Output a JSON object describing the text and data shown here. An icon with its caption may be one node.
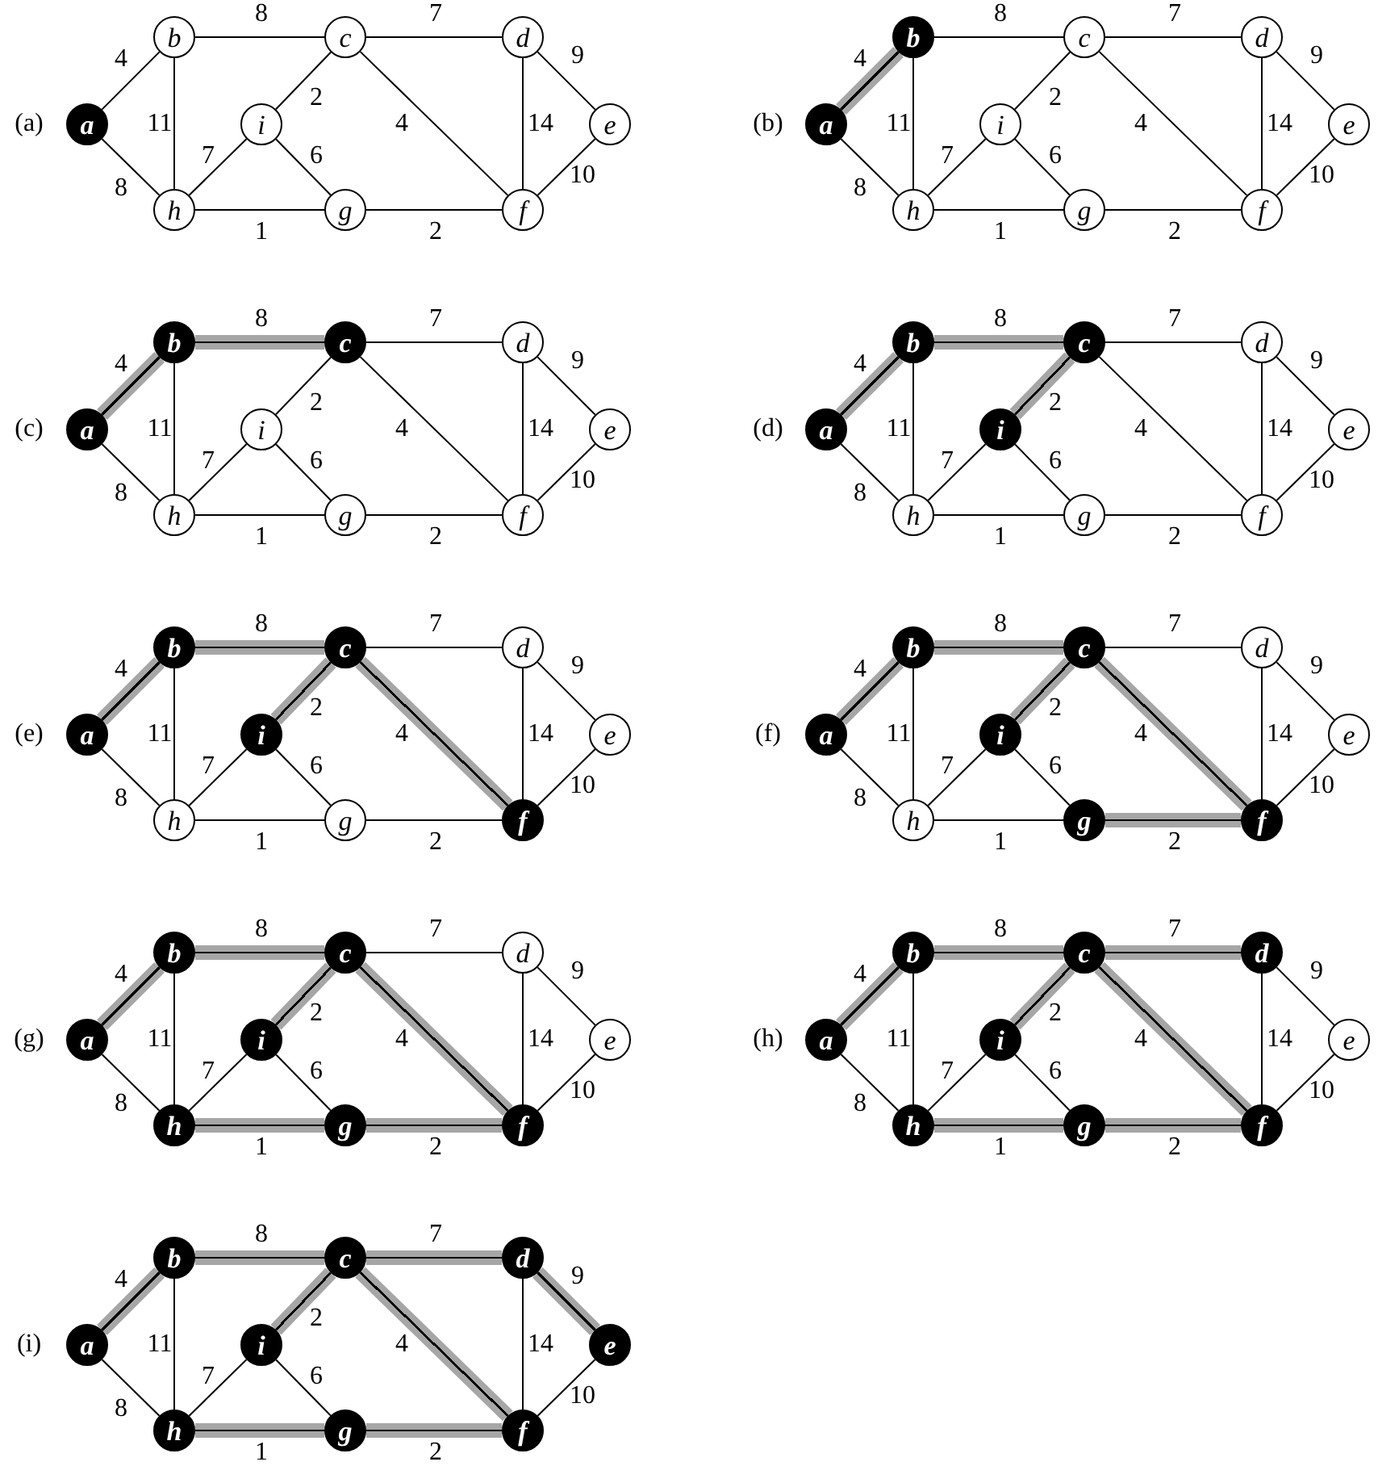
{
  "diagram": {
    "nodes": [
      {
        "text": [
          "b"
        ]
      },
      {
        "text": [
          "c"
        ]
      },
      {
        "text": [
          "d"
        ]
      },
      {
        "text": [
          "a"
        ]
      },
      {
        "text": [
          "i"
        ]
      },
      {
        "text": [
          "e"
        ]
      },
      {
        "text": [
          "h"
        ]
      },
      {
        "text": [
          "g"
        ]
      },
      {
        "text": [
          "f"
        ]
      },
      {
        "text": [
          "b"
        ]
      },
      {
        "text": [
          "c"
        ]
      },
      {
        "text": [
          "d"
        ]
      },
      {
        "text": [
          "a"
        ]
      },
      {
        "text": [
          "i"
        ]
      },
      {
        "text": [
          "e"
        ]
      },
      {
        "text": [
          "h"
        ]
      },
      {
        "text": [
          "g"
        ]
      },
      {
        "text": [
          "f"
        ]
      },
      {
        "text": [
          "b"
        ]
      },
      {
        "text": [
          "c"
        ]
      },
      {
        "text": [
          "d"
        ]
      },
      {
        "text": [
          "a"
        ]
      },
      {
        "text": [
          "i"
        ]
      },
      {
        "text": [
          "e"
        ]
      },
      {
        "text": [
          "h"
        ]
      },
      {
        "text": [
          "g"
        ]
      },
      {
        "text": [
          "f"
        ]
      },
      {
        "text": [
          "b"
        ]
      },
      {
        "text": [
          "c"
        ]
      },
      {
        "text": [
          "d"
        ]
      },
      {
        "text": [
          "a"
        ]
      },
      {
        "text": [
          "i"
        ]
      },
      {
        "text": [
          "e"
        ]
      },
      {
        "text": [
          "h"
        ]
      },
      {
        "text": [
          "g"
        ]
      },
      {
        "text": [
          "f"
        ]
      },
      {
        "text": [
          "b"
        ]
      },
      {
        "text": [
          "c"
        ]
      },
      {
        "text": [
          "d"
        ]
      },
      {
        "text": [
          "a"
        ]
      },
      {
        "text": [
          "i"
        ]
      },
      {
        "text": [
          "e"
        ]
      },
      {
        "text": [
          "h"
        ]
      },
      {
        "text": [
          "g"
        ]
      },
      {
        "text": [
          "f"
        ]
      },
      {
        "text": [
          "b"
        ]
      },
      {
        "text": [
          "c"
        ]
      },
      {
        "text": [
          "d"
        ]
      },
      {
        "text": [
          "a"
        ]
      },
      {
        "text": [
          "i"
        ]
      },
      {
        "text": [
          "e"
        ]
      },
      {
        "text": [
          "h"
        ]
      },
      {
        "text": [
          "g"
        ]
      },
      {
        "text": [
          "f"
        ]
      },
      {
        "text": [
          "b"
        ]
      },
      {
        "text": [
          "c"
        ]
      },
      {
        "text": [
          "d"
        ]
      },
      {
        "text": [
          "a"
        ]
      },
      {
        "text": [
          "i"
        ]
      },
      {
        "text": [
          "e"
        ]
      },
      {
        "text": [
          "h"
        ]
      },
      {
        "text": [
          "g"
        ]
      },
      {
        "text": [
          "f"
        ]
      },
      {
        "text": [
          "b"
        ]
      },
      {
        "text": [
          "c"
        ]
      },
      {
        "text": [
          "d"
        ]
      },
      {
        "text": [
          "a"
        ]
      },
      {
        "text": [
          "i"
        ]
      },
      {
        "text": [
          "e"
        ]
      },
      {
        "text": [
          "h"
        ]
      },
      {
        "text": [
          "g"
        ]
      },
      {
        "text": [
          "f"
        ]
      },
      {
        "text": [
          "b"
        ]
      },
      {
        "text": [
          "c"
        ]
      },
      {
        "text": [
          "d"
        ]
      },
      {
        "text": [
          "a"
        ]
      },
      {
        "text": [
          "i"
        ]
      },
      {
        "text": [
          "e"
        ]
      },
      {
        "text": [
          "h"
        ]
      },
      {
        "text": [
          "g"
        ]
      },
      {
        "text": [
          "f"
        ]
      }
    ],
    "edges": [
      {
        "from": 3,
        "to": 0,
        "arrow": "none",
        "label": "4"
      },
      {
        "from": 3,
        "to": 6,
        "arrow": "none",
        "label": "8"
      },
      {
        "from": 0,
        "to": 1,
        "arrow": "none",
        "label": "8"
      },
      {
        "from": 0,
        "to": 6,
        "arrow": "none",
        "label": "11"
      },
      {
        "from": 1,
        "to": 2,
        "arrow": "none",
        "label": "7"
      },
      {
        "from": 1,
        "to": 4,
        "arrow": "none",
        "label": "2"
      },
      {
        "from": 1,
        "to": 8,
        "arrow": "none",
        "label": "4"
      },
      {
        "from": 2,
        "to": 5,
        "arrow": "none",
        "label": "9"
      },
      {
        "from": 2,
        "to": 8,
        "arrow": "none",
        "label": "14"
      },
      {
        "from": 5,
        "to": 8,
        "arrow": "none",
        "label": "10"
      },
      {
        "from": 6,
        "to": 4,
        "arrow": "none",
        "label": "7"
      },
      {
        "from": 4,
        "to": 7,
        "arrow": "none",
        "label": "6"
      },
      {
        "from": 6,
        "to": 7,
        "arrow": "none",
        "label": "1"
      },
      {
        "from": 7,
        "to": 8,
        "arrow": "none",
        "label": "2"
      },
      {
        "from": 12,
        "to": 9,
        "arrow": "none",
        "label": "4",
        "style": "thick",
        "color": "#a6a6a6"
      },
      {
        "from": 12,
        "to": 15,
        "arrow": "none",
        "label": "8"
      },
      {
        "from": 9,
        "to": 10,
        "arrow": "none",
        "label": "8"
      },
      {
        "from": 9,
        "to": 15,
        "arrow": "none",
        "label": "11"
      },
      {
        "from": 10,
        "to": 11,
        "arrow": "none",
        "label": "7"
      },
      {
        "from": 10,
        "to": 13,
        "arrow": "none",
        "label": "2"
      },
      {
        "from": 10,
        "to": 17,
        "arrow": "none",
        "label": "4"
      },
      {
        "from": 11,
        "to": 14,
        "arrow": "none",
        "label": "9"
      },
      {
        "from": 11,
        "to": 17,
        "arrow": "none",
        "label": "14"
      },
      {
        "from": 14,
        "to": 17,
        "arrow": "none",
        "label": "10"
      },
      {
        "from": 15,
        "to": 13,
        "arrow": "none",
        "label": "7"
      },
      {
        "from": 13,
        "to": 16,
        "arrow": "none",
        "label": "6"
      },
      {
        "from": 15,
        "to": 16,
        "arrow": "none",
        "label": "1"
      },
      {
        "from": 16,
        "to": 17,
        "arrow": "none",
        "label": "2"
      },
      {
        "from": 21,
        "to": 18,
        "arrow": "none",
        "label": "4",
        "style": "thick",
        "color": "#a6a6a6"
      },
      {
        "from": 21,
        "to": 24,
        "arrow": "none",
        "label": "8"
      },
      {
        "from": 18,
        "to": 19,
        "arrow": "none",
        "label": "8",
        "style": "thick",
        "color": "#a6a6a6"
      },
      {
        "from": 18,
        "to": 24,
        "arrow": "none",
        "label": "11"
      },
      {
        "from": 19,
        "to": 20,
        "arrow": "none",
        "label": "7"
      },
      {
        "from": 19,
        "to": 22,
        "arrow": "none",
        "label": "2"
      },
      {
        "from": 19,
        "to": 26,
        "arrow": "none",
        "label": "4"
      },
      {
        "from": 20,
        "to": 23,
        "arrow": "none",
        "label": "9"
      },
      {
        "from": 20,
        "to": 26,
        "arrow": "none",
        "label": "14"
      },
      {
        "from": 23,
        "to": 26,
        "arrow": "none",
        "label": "10"
      },
      {
        "from": 24,
        "to": 22,
        "arrow": "none",
        "label": "7"
      },
      {
        "from": 22,
        "to": 25,
        "arrow": "none",
        "label": "6"
      },
      {
        "from": 24,
        "to": 25,
        "arrow": "none",
        "label": "1"
      },
      {
        "from": 25,
        "to": 26,
        "arrow": "none",
        "label": "2"
      },
      {
        "from": 30,
        "to": 27,
        "arrow": "none",
        "label": "4",
        "style": "thick",
        "color": "#a6a6a6"
      },
      {
        "from": 30,
        "to": 33,
        "arrow": "none",
        "label": "8"
      },
      {
        "from": 27,
        "to": 28,
        "arrow": "none",
        "label": "8",
        "style": "thick",
        "color": "#a6a6a6"
      },
      {
        "from": 27,
        "to": 33,
        "arrow": "none",
        "label": "11"
      },
      {
        "from": 28,
        "to": 29,
        "arrow": "none",
        "label": "7"
      },
      {
        "from": 28,
        "to": 31,
        "arrow": "none",
        "label": "2",
        "style": "thick",
        "color": "#a6a6a6"
      },
      {
        "from": 28,
        "to": 35,
        "arrow": "none",
        "label": "4"
      },
      {
        "from": 29,
        "to": 32,
        "arrow": "none",
        "label": "9"
      },
      {
        "from": 29,
        "to": 35,
        "arrow": "none",
        "label": "14"
      },
      {
        "from": 32,
        "to": 35,
        "arrow": "none",
        "label": "10"
      },
      {
        "from": 33,
        "to": 31,
        "arrow": "none",
        "label": "7"
      },
      {
        "from": 31,
        "to": 34,
        "arrow": "none",
        "label": "6"
      },
      {
        "from": 33,
        "to": 34,
        "arrow": "none",
        "label": "1"
      },
      {
        "from": 34,
        "to": 35,
        "arrow": "none",
        "label": "2"
      },
      {
        "from": 39,
        "to": 36,
        "arrow": "none",
        "label": "4",
        "style": "thick",
        "color": "#a6a6a6"
      },
      {
        "from": 39,
        "to": 42,
        "arrow": "none",
        "label": "8"
      },
      {
        "from": 36,
        "to": 37,
        "arrow": "none",
        "label": "8",
        "style": "thick",
        "color": "#a6a6a6"
      },
      {
        "from": 36,
        "to": 42,
        "arrow": "none",
        "label": "11"
      },
      {
        "from": 37,
        "to": 38,
        "arrow": "none",
        "label": "7"
      },
      {
        "from": 37,
        "to": 40,
        "arrow": "none",
        "label": "2",
        "style": "thick",
        "color": "#a6a6a6"
      },
      {
        "from": 37,
        "to": 44,
        "arrow": "none",
        "label": "4",
        "style": "thick",
        "color": "#a6a6a6"
      },
      {
        "from": 38,
        "to": 41,
        "arrow": "none",
        "label": "9"
      },
      {
        "from": 38,
        "to": 44,
        "arrow": "none",
        "label": "14"
      },
      {
        "from": 41,
        "to": 44,
        "arrow": "none",
        "label": "10"
      },
      {
        "from": 42,
        "to": 40,
        "arrow": "none",
        "label": "7"
      },
      {
        "from": 40,
        "to": 43,
        "arrow": "none",
        "label": "6"
      },
      {
        "from": 42,
        "to": 43,
        "arrow": "none",
        "label": "1"
      },
      {
        "from": 43,
        "to": 44,
        "arrow": "none",
        "label": "2"
      },
      {
        "from": 48,
        "to": 45,
        "arrow": "none",
        "label": "4",
        "style": "thick",
        "color": "#a6a6a6"
      },
      {
        "from": 48,
        "to": 51,
        "arrow": "none",
        "label": "8"
      },
      {
        "from": 45,
        "to": 46,
        "arrow": "none",
        "label": "8",
        "style": "thick",
        "color": "#a6a6a6"
      },
      {
        "from": 45,
        "to": 51,
        "arrow": "none",
        "label": "11"
      },
      {
        "from": 46,
        "to": 47,
        "arrow": "none",
        "label": "7"
      },
      {
        "from": 46,
        "to": 49,
        "arrow": "none",
        "label": "2",
        "style": "thick",
        "color": "#a6a6a6"
      },
      {
        "from": 46,
        "to": 53,
        "arrow": "none",
        "label": "4",
        "style": "thick",
        "color": "#a6a6a6"
      },
      {
        "from": 47,
        "to": 50,
        "arrow": "none",
        "label": "9"
      },
      {
        "from": 47,
        "to": 53,
        "arrow": "none",
        "label": "14"
      },
      {
        "from": 50,
        "to": 53,
        "arrow": "none",
        "label": "10"
      },
      {
        "from": 51,
        "to": 49,
        "arrow": "none",
        "label": "7"
      },
      {
        "from": 49,
        "to": 52,
        "arrow": "none",
        "label": "6"
      },
      {
        "from": 51,
        "to": 52,
        "arrow": "none",
        "label": "1"
      },
      {
        "from": 52,
        "to": 53,
        "arrow": "none",
        "label": "2",
        "style": "thick",
        "color": "#a6a6a6"
      },
      {
        "from": 57,
        "to": 54,
        "arrow": "none",
        "label": "4",
        "style": "thick",
        "color": "#a6a6a6"
      },
      {
        "from": 57,
        "to": 60,
        "arrow": "none",
        "label": "8"
      },
      {
        "from": 54,
        "to": 55,
        "arrow": "none",
        "label": "8",
        "style": "thick",
        "color": "#a6a6a6"
      },
      {
        "from": 54,
        "to": 60,
        "arrow": "none",
        "label": "11"
      },
      {
        "from": 55,
        "to": 56,
        "arrow": "none",
        "label": "7"
      },
      {
        "from": 55,
        "to": 58,
        "arrow": "none",
        "label": "2",
        "style": "thick",
        "color": "#a6a6a6"
      },
      {
        "from": 55,
        "to": 62,
        "arrow": "none",
        "label": "4",
        "style": "thick",
        "color": "#a6a6a6"
      },
      {
        "from": 56,
        "to": 59,
        "arrow": "none",
        "label": "9"
      },
      {
        "from": 56,
        "to": 62,
        "arrow": "none",
        "label": "14"
      },
      {
        "from": 59,
        "to": 62,
        "arrow": "none",
        "label": "10"
      },
      {
        "from": 60,
        "to": 58,
        "arrow": "none",
        "label": "7"
      },
      {
        "from": 58,
        "to": 61,
        "arrow": "none",
        "label": "6"
      },
      {
        "from": 60,
        "to": 61,
        "arrow": "none",
        "label": "1",
        "style": "thick",
        "color": "#a6a6a6"
      },
      {
        "from": 61,
        "to": 62,
        "arrow": "none",
        "label": "2",
        "style": "thick",
        "color": "#a6a6a6"
      },
      {
        "from": 66,
        "to": 63,
        "arrow": "none",
        "label": "4",
        "style": "thick",
        "color": "#a6a6a6"
      },
      {
        "from": 66,
        "to": 69,
        "arrow": "none",
        "label": "8"
      },
      {
        "from": 63,
        "to": 64,
        "arrow": "none",
        "label": "8",
        "style": "thick",
        "color": "#a6a6a6"
      },
      {
        "from": 63,
        "to": 69,
        "arrow": "none",
        "label": "11"
      },
      {
        "from": 64,
        "to": 65,
        "arrow": "none",
        "label": "7",
        "style": "thick",
        "color": "#a6a6a6"
      },
      {
        "from": 64,
        "to": 67,
        "arrow": "none",
        "label": "2",
        "style": "thick",
        "color": "#a6a6a6"
      },
      {
        "from": 64,
        "to": 71,
        "arrow": "none",
        "label": "4",
        "style": "thick",
        "color": "#a6a6a6"
      },
      {
        "from": 65,
        "to": 68,
        "arrow": "none",
        "label": "9"
      },
      {
        "from": 65,
        "to": 71,
        "arrow": "none",
        "label": "14"
      },
      {
        "from": 68,
        "to": 71,
        "arrow": "none",
        "label": "10"
      },
      {
        "from": 69,
        "to": 67,
        "arrow": "none",
        "label": "7"
      },
      {
        "from": 67,
        "to": 70,
        "arrow": "none",
        "label": "6"
      },
      {
        "from": 69,
        "to": 70,
        "arrow": "none",
        "label": "1",
        "style": "thick",
        "color": "#a6a6a6"
      },
      {
        "from": 70,
        "to": 71,
        "arrow": "none",
        "label": "2",
        "style": "thick",
        "color": "#a6a6a6"
      },
      {
        "from": 75,
        "to": 72,
        "arrow": "none",
        "label": "4",
        "style": "thick",
        "color": "#a6a6a6"
      },
      {
        "from": 75,
        "to": 78,
        "arrow": "none",
        "label": "8"
      },
      {
        "from": 72,
        "to": 73,
        "arrow": "none",
        "label": "8",
        "style": "thick",
        "color": "#a6a6a6"
      },
      {
        "from": 72,
        "to": 78,
        "arrow": "none",
        "label": "11"
      },
      {
        "from": 73,
        "to": 74,
        "arrow": "none",
        "label": "7",
        "style": "thick",
        "color": "#a6a6a6"
      },
      {
        "from": 73,
        "to": 76,
        "arrow": "none",
        "label": "2",
        "style": "thick",
        "color": "#a6a6a6"
      },
      {
        "from": 73,
        "to": 80,
        "arrow": "none",
        "label": "4",
        "style": "thick",
        "color": "#a6a6a6"
      },
      {
        "from": 74,
        "to": 77,
        "arrow": "none",
        "label": "9",
        "style": "thick",
        "color": "#a6a6a6"
      },
      {
        "from": 74,
        "to": 80,
        "arrow": "none",
        "label": "14"
      },
      {
        "from": 77,
        "to": 80,
        "arrow": "none",
        "label": "10"
      },
      {
        "from": 78,
        "to": 76,
        "arrow": "none",
        "label": "7"
      },
      {
        "from": 76,
        "to": 79,
        "arrow": "none",
        "label": "6"
      },
      {
        "from": 78,
        "to": 79,
        "arrow": "none",
        "label": "1",
        "style": "thick",
        "color": "#a6a6a6"
      },
      {
        "from": 79,
        "to": 80,
        "arrow": "none",
        "label": "2",
        "style": "thick",
        "color": "#a6a6a6"
      }
    ],
    "labels": [
      "(a)",
      "(b)",
      "(c)",
      "(d)",
      "(e)",
      "(f)",
      "(g)",
      "(h)",
      "(i)"
    ]
  }
}
